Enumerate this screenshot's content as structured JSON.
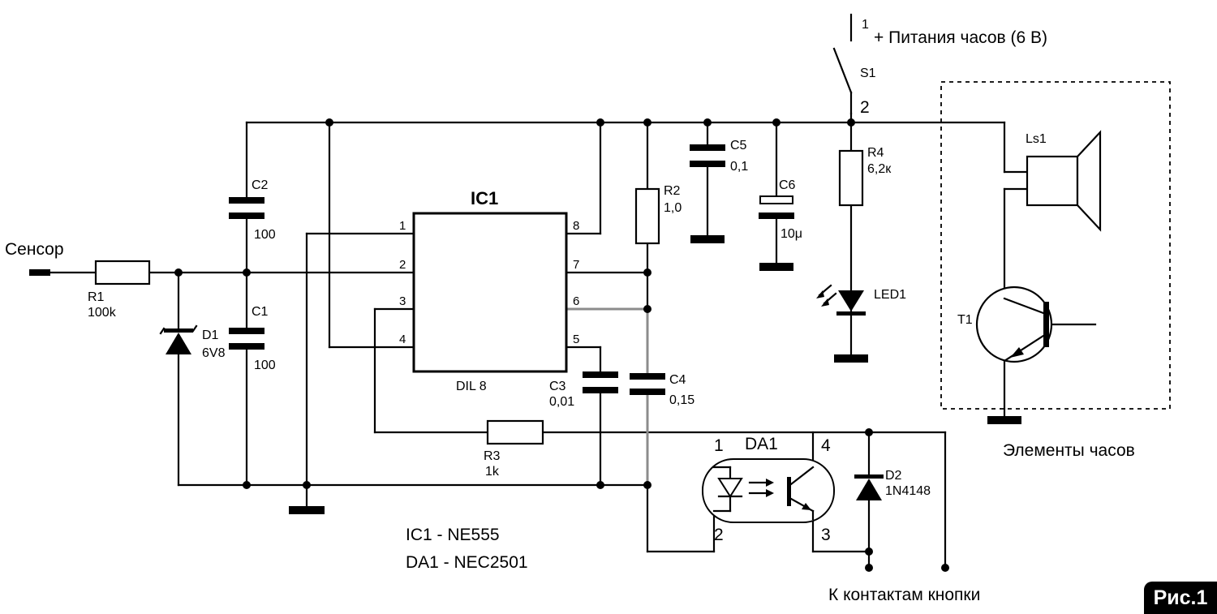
{
  "supply_label": "+ Питания часов (6 В)",
  "sensor_label": "Сенсор",
  "clock_elements_label": "Элементы часов",
  "button_contacts_label": "К контактам кнопки",
  "figure_label": "Рис.1",
  "ic_notes": [
    "IC1 - NE555",
    "DA1 - NEC2501"
  ],
  "switch": {
    "name": "S1",
    "pin1": "1",
    "pin2": "2"
  },
  "ic1": {
    "name": "IC1",
    "package": "DIL 8",
    "pins": [
      "1",
      "2",
      "3",
      "4",
      "5",
      "6",
      "7",
      "8"
    ]
  },
  "da1": {
    "name": "DA1",
    "pins": [
      "1",
      "2",
      "3",
      "4"
    ]
  },
  "components": {
    "R1": {
      "name": "R1",
      "value": "100k"
    },
    "R2": {
      "name": "R2",
      "value": "1,0"
    },
    "R3": {
      "name": "R3",
      "value": "1k"
    },
    "R4": {
      "name": "R4",
      "value": "6,2к"
    },
    "C1": {
      "name": "C1",
      "value": "100"
    },
    "C2": {
      "name": "C2",
      "value": "100"
    },
    "C3": {
      "name": "C3",
      "value": "0,01"
    },
    "C4": {
      "name": "C4",
      "value": "0,15"
    },
    "C5": {
      "name": "C5",
      "value": "0,1"
    },
    "C6": {
      "name": "C6",
      "value": "10μ"
    },
    "D1": {
      "name": "D1",
      "value": "6V8"
    },
    "D2": {
      "name": "D2",
      "value": "1N4148"
    },
    "LED1": {
      "name": "LED1"
    },
    "T1": {
      "name": "T1"
    },
    "LS1": {
      "name": "Ls1"
    }
  }
}
